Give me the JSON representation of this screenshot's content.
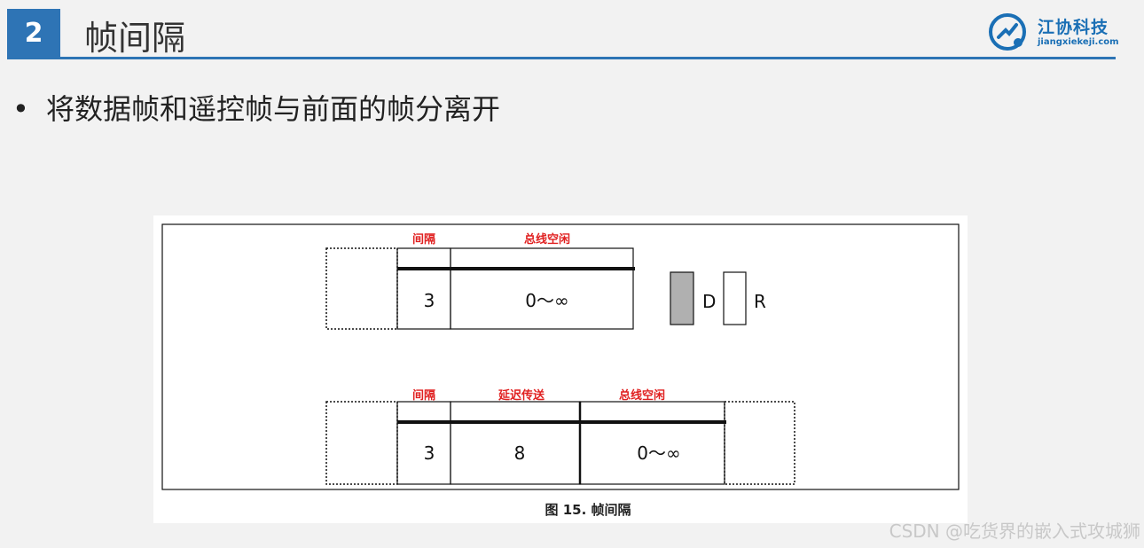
{
  "header": {
    "section_number": "2",
    "title": "帧间隔",
    "logo_name": "江协科技",
    "logo_url_text": "jiangxiekeji.com"
  },
  "bullets": [
    "将数据帧和遥控帧与前面的帧分离开"
  ],
  "figure": {
    "top_row": {
      "labels": [
        "间隔",
        "总线空闲"
      ],
      "values": [
        "3",
        "0～∞"
      ]
    },
    "legend": {
      "dominant": "D",
      "recessive": "R"
    },
    "bottom_row": {
      "labels": [
        "间隔",
        "延迟传送",
        "总线空闲"
      ],
      "values": [
        "3",
        "8",
        "0～∞"
      ]
    },
    "caption": "图 15.   帧间隔",
    "colors": {
      "label_red": "#e02020",
      "dominant_fill": "#b0b0b0"
    }
  },
  "watermark": "CSDN @吃货界的嵌入式攻城狮"
}
